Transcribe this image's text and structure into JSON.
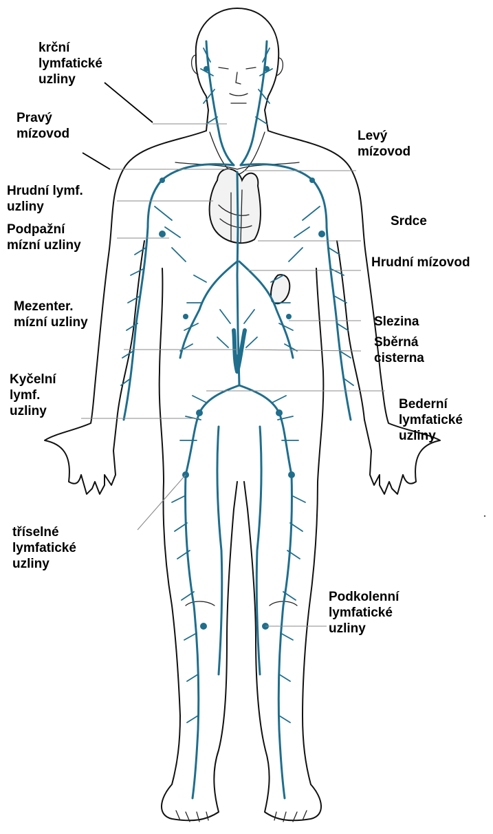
{
  "colors": {
    "lymph_vessel": "#1f6e8c",
    "outline": "#111111",
    "label_text": "#000000",
    "leader_line": "#8a8a8a",
    "background": "#ffffff"
  },
  "labels": {
    "krcni": [
      "krční",
      "lymfatické",
      "uzliny"
    ],
    "pravy_mizovod": [
      "Pravý",
      "mízovod"
    ],
    "levy_mizovod": [
      "Levý",
      "mízovod"
    ],
    "hrudni_lymf": [
      "Hrudní lymf.",
      "uzliny"
    ],
    "podpazni": [
      "Podpažní",
      "mízní uzliny"
    ],
    "srdce": [
      "Srdce"
    ],
    "hrudni_mizovod": [
      "Hrudní mízovod"
    ],
    "mezenter": [
      "Mezenter.",
      "mízní uzliny"
    ],
    "slezina": [
      "Slezina"
    ],
    "sberna_cisterna": [
      "Sběrná",
      "cisterna"
    ],
    "kycelni": [
      "Kyčelní",
      "lymf.",
      "uzliny"
    ],
    "bederni": [
      "Bederní",
      "lymfatické",
      "uzliny"
    ],
    "triselne": [
      "tříselné",
      "lymfatické",
      "uzliny"
    ],
    "podkolenni": [
      "Podkolenní",
      "lymfatické",
      "uzliny"
    ]
  }
}
